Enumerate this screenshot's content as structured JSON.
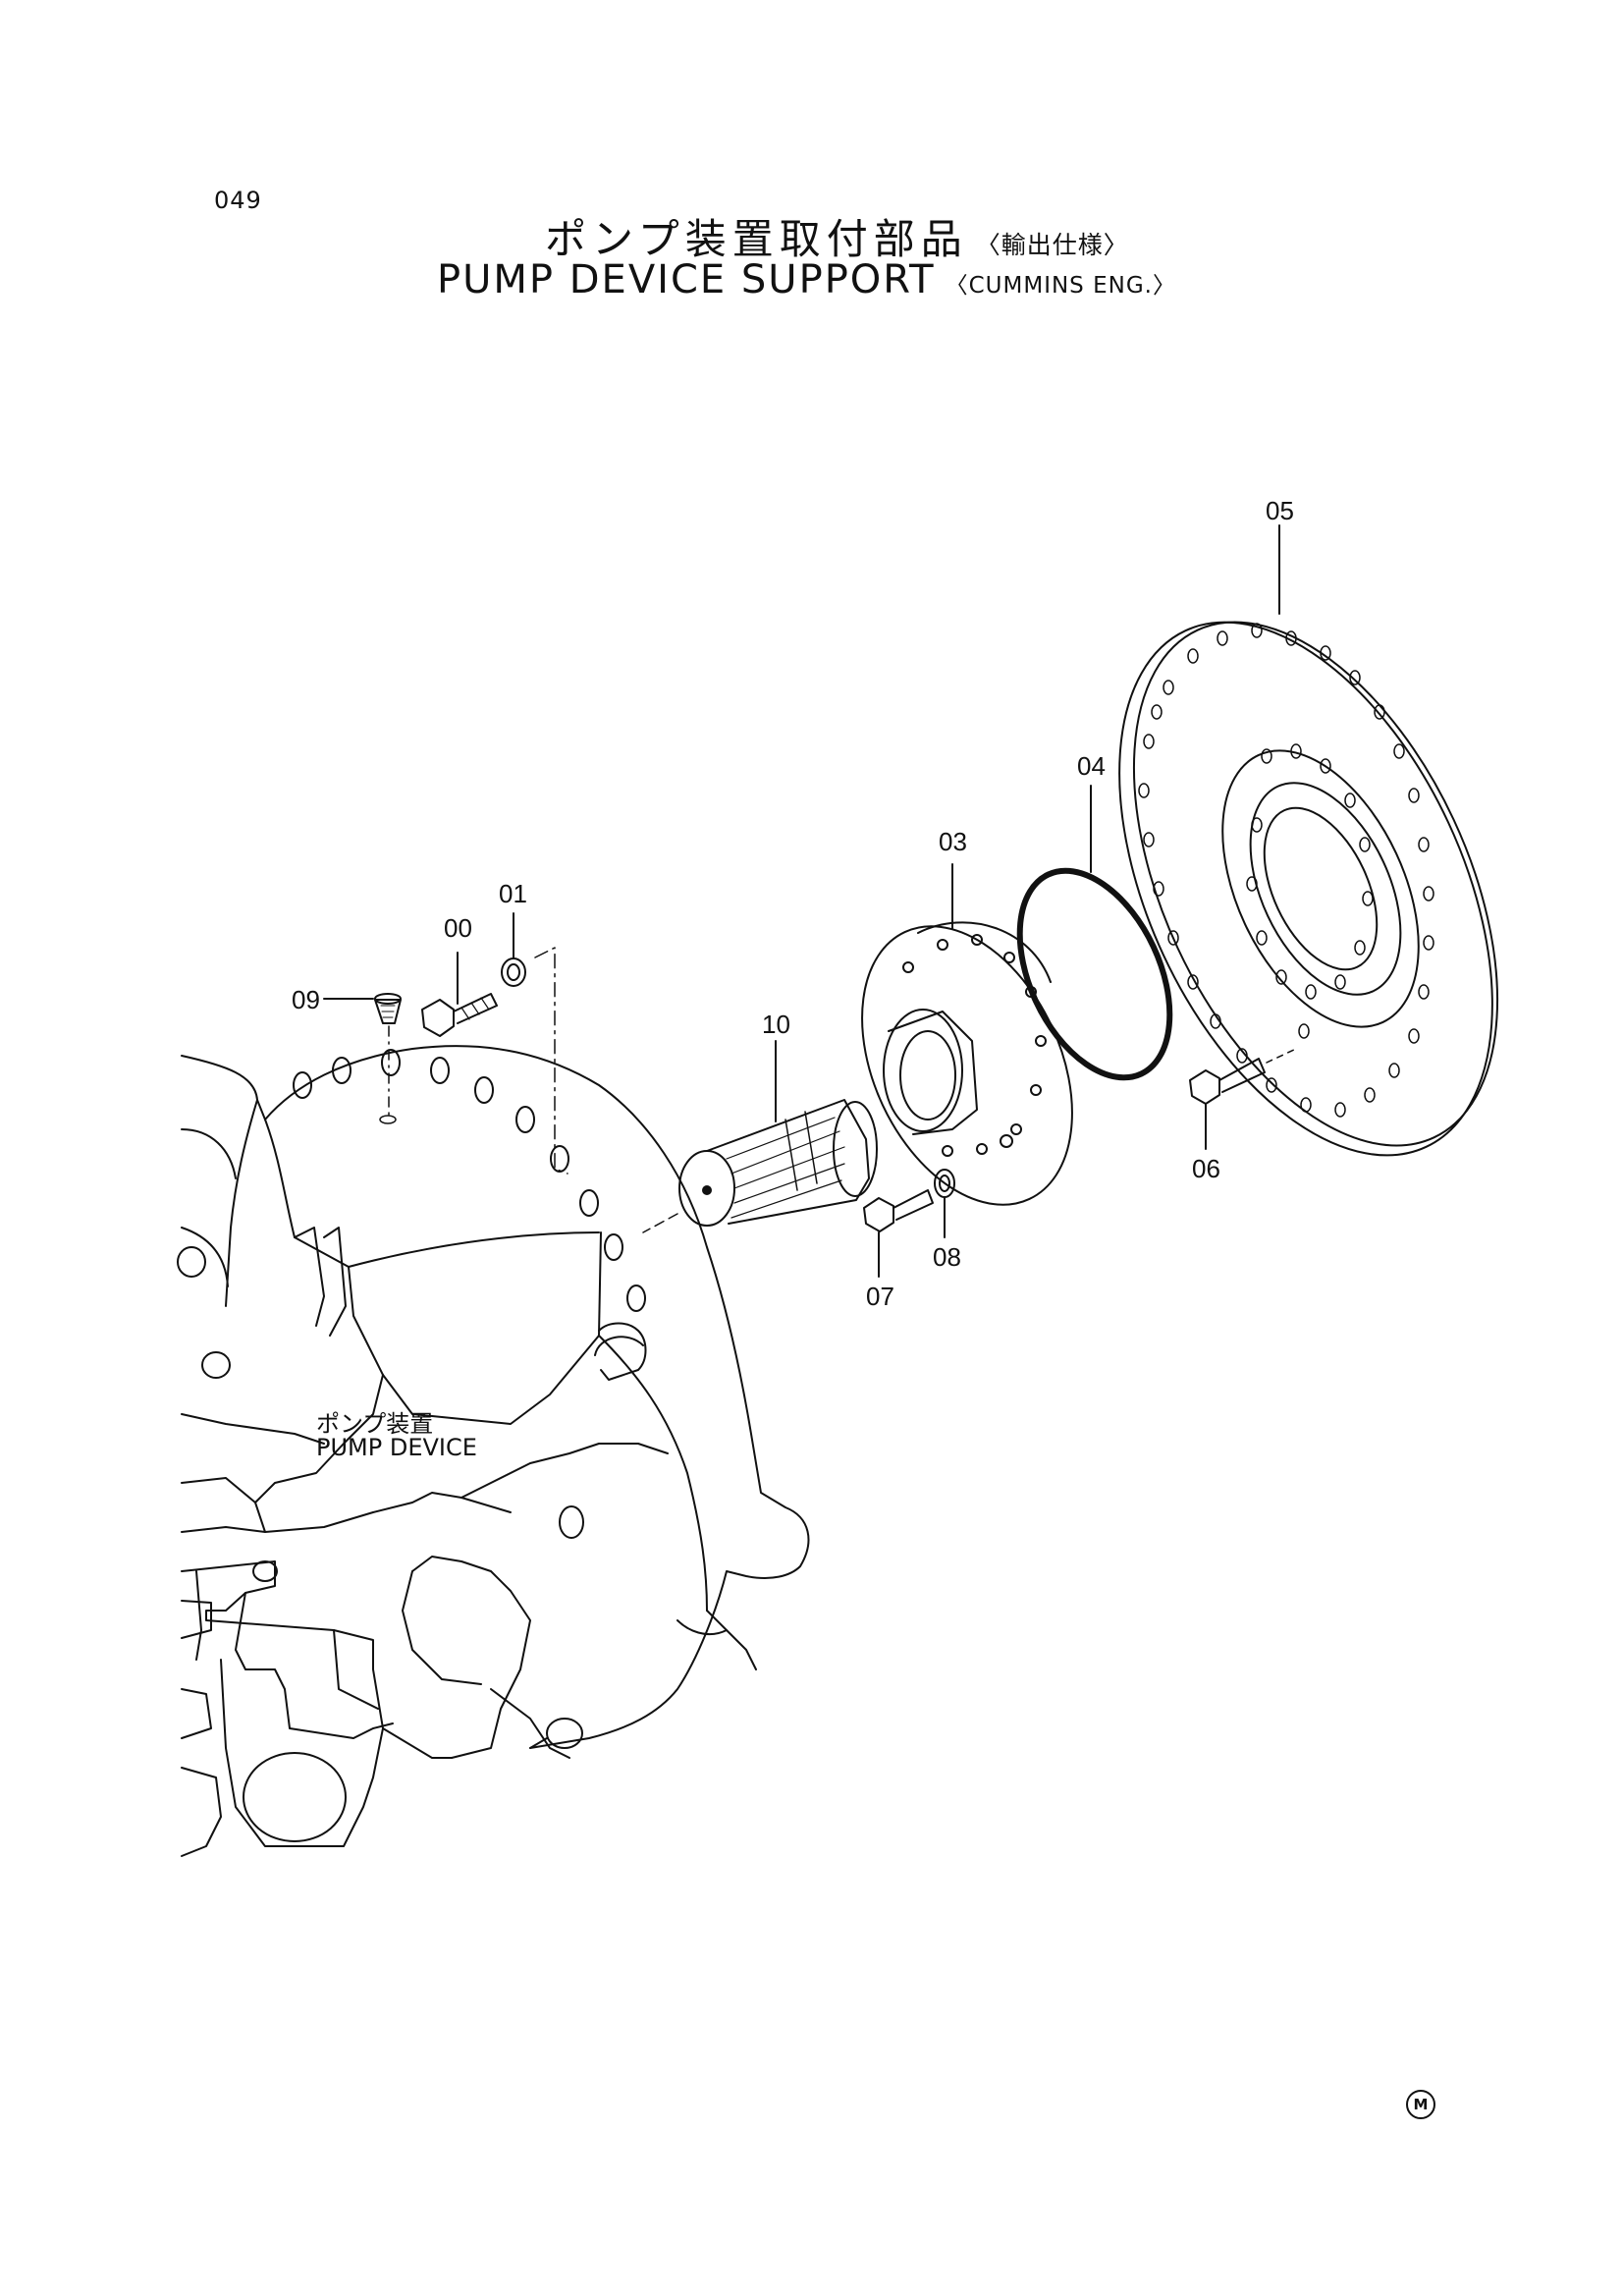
{
  "header": {
    "page_number": "049",
    "title_jp": "ポンプ装置取付部品",
    "title_jp_note": "〈輸出仕様〉",
    "title_en": "PUMP DEVICE SUPPORT",
    "title_en_note": "〈CUMMINS ENG.〉"
  },
  "callouts": [
    "00",
    "01",
    "03",
    "04",
    "05",
    "06",
    "07",
    "08",
    "09",
    "10"
  ],
  "assembly_label": {
    "jp": "ポンプ装置",
    "en": "PUMP DEVICE"
  },
  "footer": {
    "mark": "M"
  }
}
